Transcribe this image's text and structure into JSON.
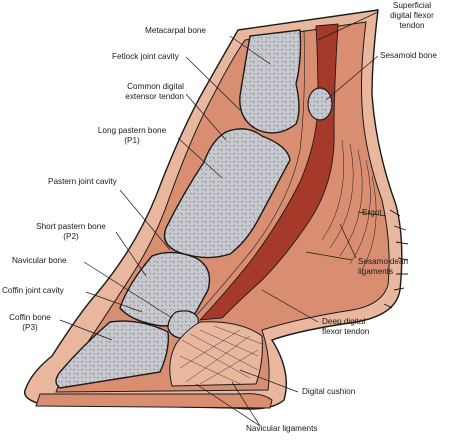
{
  "labels": {
    "metacarpal": "Metacarpal bone",
    "fetlock_cavity": "Fetlock joint cavity",
    "common_extensor_1": "Common digital",
    "common_extensor_2": "extensor tendon",
    "long_pastern_1": "Long pastern bone",
    "long_pastern_2": "(P1)",
    "pastern_cavity": "Pastern joint cavity",
    "short_pastern_1": "Short pastern bone",
    "short_pastern_2": "(P2)",
    "navicular_bone": "Navicular bone",
    "coffin_cavity": "Coffin joint cavity",
    "coffin_bone_1": "Coffin bone",
    "coffin_bone_2": "(P3)",
    "superficial_1": "Superficial",
    "superficial_2": "digital flexor",
    "superficial_3": "tendon",
    "sesamoid": "Sesamoid bone",
    "ergot": "Ergot",
    "sesamoidean_1": "Sesamoidean",
    "sesamoidean_2": "ligaments",
    "deep_flexor_1": "Deep digital",
    "deep_flexor_2": "flexor tendon",
    "digital_cushion": "Digital cushion",
    "navicular_ligaments": "Navicular ligaments"
  },
  "colors": {
    "skin": "#e9b79e",
    "tissue": "#d98e72",
    "bone_fill": "#c7c9cf",
    "tendon": "#a63a2a",
    "outline": "#1a1a1a"
  }
}
